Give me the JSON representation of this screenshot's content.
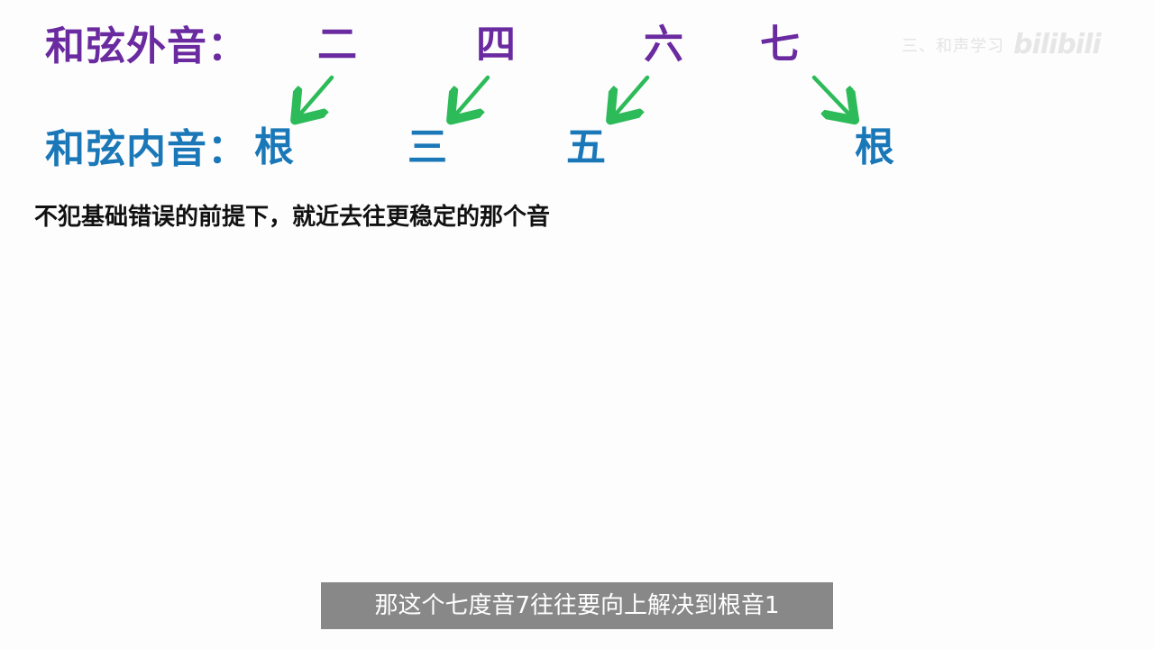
{
  "labels": {
    "non_chord_tones": "和弦外音：",
    "chord_tones": "和弦内音："
  },
  "non_chord_tones": [
    "二",
    "四",
    "六",
    "七"
  ],
  "chord_tones": [
    "根",
    "三",
    "五",
    "根"
  ],
  "principle": "不犯基础错误的前提下，就近去往更稳定的那个音",
  "watermark": {
    "text": "三、和声学习",
    "logo": "bilibili"
  },
  "subtitle": "那这个七度音7往往要向上解决到根音1",
  "colors": {
    "non_chord_tone": "#6a2aa0",
    "chord_tone": "#1a78b8",
    "arrow": "#2dbb5a",
    "subtitle_bg": "#6e6e6e"
  },
  "icons": {
    "arrow": "down-arrow-icon"
  }
}
